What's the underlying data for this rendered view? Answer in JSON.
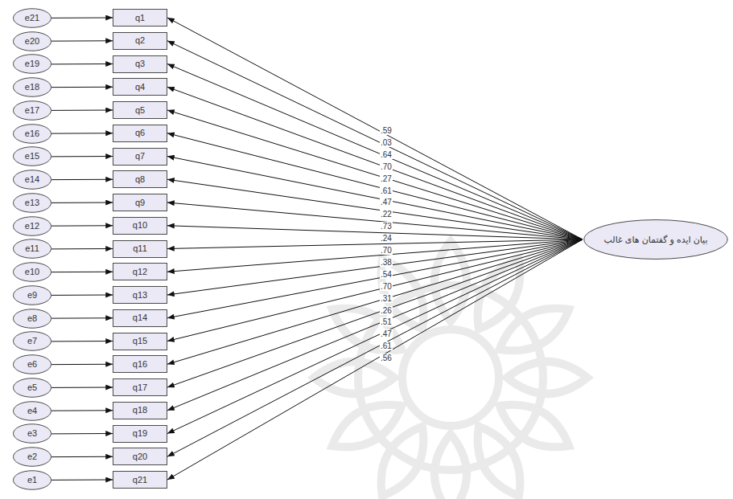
{
  "diagram": {
    "nodes": [
      {
        "text": [
          "e21"
        ]
      },
      {
        "text": [
          "q1"
        ]
      },
      {
        "text": [
          "e20"
        ]
      },
      {
        "text": [
          "q2"
        ]
      },
      {
        "text": [
          "e19"
        ]
      },
      {
        "text": [
          "q3"
        ]
      },
      {
        "text": [
          "e18"
        ]
      },
      {
        "text": [
          "q4"
        ]
      },
      {
        "text": [
          "e17"
        ]
      },
      {
        "text": [
          "q5"
        ]
      },
      {
        "text": [
          "e16"
        ]
      },
      {
        "text": [
          "q6"
        ]
      },
      {
        "text": [
          "e15"
        ]
      },
      {
        "text": [
          "q7"
        ]
      },
      {
        "text": [
          "e14"
        ]
      },
      {
        "text": [
          "q8"
        ]
      },
      {
        "text": [
          "e13"
        ]
      },
      {
        "text": [
          "q9"
        ]
      },
      {
        "text": [
          "e12"
        ]
      },
      {
        "text": [
          "q10"
        ]
      },
      {
        "text": [
          "e11"
        ]
      },
      {
        "text": [
          "q11"
        ]
      },
      {
        "text": [
          "e10"
        ]
      },
      {
        "text": [
          "q12"
        ]
      },
      {
        "text": [
          "e9"
        ]
      },
      {
        "text": [
          "q13"
        ]
      },
      {
        "text": [
          "e8"
        ]
      },
      {
        "text": [
          "q14"
        ]
      },
      {
        "text": [
          "e7"
        ]
      },
      {
        "text": [
          "q15"
        ]
      },
      {
        "text": [
          "e6"
        ]
      },
      {
        "text": [
          "q16"
        ]
      },
      {
        "text": [
          "e5"
        ]
      },
      {
        "text": [
          "q17"
        ]
      },
      {
        "text": [
          "e4"
        ]
      },
      {
        "text": [
          "q18"
        ]
      },
      {
        "text": [
          "e3"
        ]
      },
      {
        "text": [
          "q19"
        ]
      },
      {
        "text": [
          "e2"
        ]
      },
      {
        "text": [
          "q20"
        ]
      },
      {
        "text": [
          "e1"
        ]
      },
      {
        "text": [
          "q21"
        ]
      },
      {
        "text": [
          "بیان ایده و گفتمان های غالب"
        ]
      }
    ],
    "edges": [
      {
        "from": 0,
        "to": 1,
        "arrow": "to"
      },
      {
        "from": 2,
        "to": 3,
        "arrow": "to"
      },
      {
        "from": 4,
        "to": 5,
        "arrow": "to"
      },
      {
        "from": 6,
        "to": 7,
        "arrow": "to"
      },
      {
        "from": 8,
        "to": 9,
        "arrow": "to"
      },
      {
        "from": 10,
        "to": 11,
        "arrow": "to"
      },
      {
        "from": 12,
        "to": 13,
        "arrow": "to"
      },
      {
        "from": 14,
        "to": 15,
        "arrow": "to"
      },
      {
        "from": 16,
        "to": 17,
        "arrow": "to"
      },
      {
        "from": 18,
        "to": 19,
        "arrow": "to"
      },
      {
        "from": 20,
        "to": 21,
        "arrow": "to"
      },
      {
        "from": 22,
        "to": 23,
        "arrow": "to"
      },
      {
        "from": 24,
        "to": 25,
        "arrow": "to"
      },
      {
        "from": 26,
        "to": 27,
        "arrow": "to"
      },
      {
        "from": 28,
        "to": 29,
        "arrow": "to"
      },
      {
        "from": 30,
        "to": 31,
        "arrow": "to"
      },
      {
        "from": 32,
        "to": 33,
        "arrow": "to"
      },
      {
        "from": 34,
        "to": 35,
        "arrow": "to"
      },
      {
        "from": 36,
        "to": 37,
        "arrow": "to"
      },
      {
        "from": 38,
        "to": 39,
        "arrow": "to"
      },
      {
        "from": 40,
        "to": 41,
        "arrow": "to"
      },
      {
        "from": 42,
        "to": 1,
        "arrow": "to"
      },
      {
        "from": 42,
        "to": 3,
        "arrow": "to"
      },
      {
        "from": 42,
        "to": 5,
        "arrow": "to"
      },
      {
        "from": 42,
        "to": 7,
        "arrow": "to"
      },
      {
        "from": 42,
        "to": 9,
        "arrow": "to"
      },
      {
        "from": 42,
        "to": 11,
        "arrow": "to"
      },
      {
        "from": 42,
        "to": 13,
        "arrow": "to"
      },
      {
        "from": 42,
        "to": 15,
        "arrow": "to"
      },
      {
        "from": 42,
        "to": 17,
        "arrow": "to"
      },
      {
        "from": 42,
        "to": 19,
        "arrow": "to"
      },
      {
        "from": 42,
        "to": 21,
        "arrow": "to"
      },
      {
        "from": 42,
        "to": 23,
        "arrow": "to"
      },
      {
        "from": 42,
        "to": 25,
        "arrow": "to"
      },
      {
        "from": 42,
        "to": 27,
        "arrow": "to"
      },
      {
        "from": 42,
        "to": 29,
        "arrow": "to"
      },
      {
        "from": 42,
        "to": 31,
        "arrow": "to"
      },
      {
        "from": 42,
        "to": 33,
        "arrow": "to"
      },
      {
        "from": 42,
        "to": 35,
        "arrow": "to"
      },
      {
        "from": 42,
        "to": 37,
        "arrow": "to"
      },
      {
        "from": 42,
        "to": 39,
        "arrow": "to"
      },
      {
        "from": 42,
        "to": 41,
        "arrow": "to"
      }
    ],
    "labels": [
      ".59",
      ".03",
      ".64",
      ".70",
      ".27",
      ".61",
      ".47",
      ".22",
      ".73",
      ".24",
      ".70",
      ".38",
      ".54",
      ".70",
      ".31",
      ".26",
      ".51",
      ".47",
      ".61",
      ".56"
    ]
  }
}
